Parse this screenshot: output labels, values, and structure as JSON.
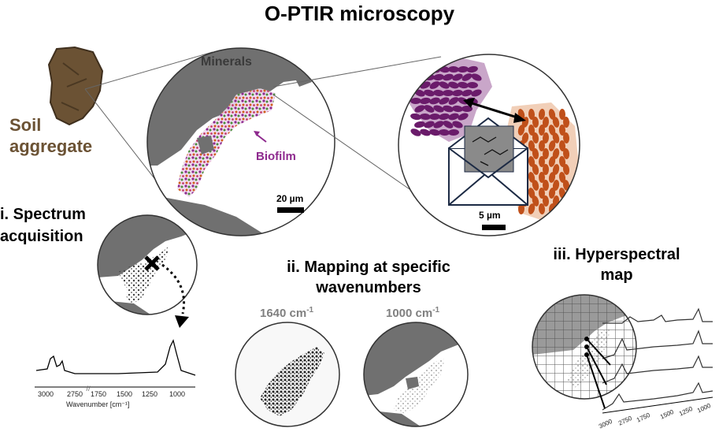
{
  "title": "O-PTIR microscopy",
  "labels": {
    "soil_line1": "Soil",
    "soil_line2": "aggregate",
    "minerals": "Minerals",
    "biofilm": "Biofilm",
    "scale_bar_1": "20 µm",
    "scale_bar_2": "5 µm"
  },
  "steps": {
    "step1_line1": "i. Spectrum",
    "step1_line2": "acquisition",
    "step2_line1": "ii. Mapping at specific",
    "step2_line2": "wavenumbers",
    "step3_line1": "iii. Hyperspectral",
    "step3_line2": "map"
  },
  "wavenumbers": {
    "wn1_value": "1640 cm",
    "wn1_unit_exp": "-1",
    "wn2_value": "1000 cm",
    "wn2_unit_exp": "-1"
  },
  "spectrum_axis": {
    "ticks": [
      "3000",
      "2750",
      "1750",
      "1500",
      "1250",
      "1000"
    ],
    "xlabel": "Wavenumber [cm⁻¹]"
  },
  "hyper_axis": {
    "ticks": [
      "3000",
      "2750",
      "1750",
      "1500",
      "1250",
      "1000"
    ]
  },
  "colors": {
    "soil_brown": "#6b5234",
    "mineral_gray": "#707070",
    "biofilm_purple": "#8e2a8e",
    "cell_purple": "#6a1b6a",
    "cell_orange": "#c0501a",
    "halo_purple": "#c9a6c9",
    "halo_orange": "#f1cfb8"
  }
}
